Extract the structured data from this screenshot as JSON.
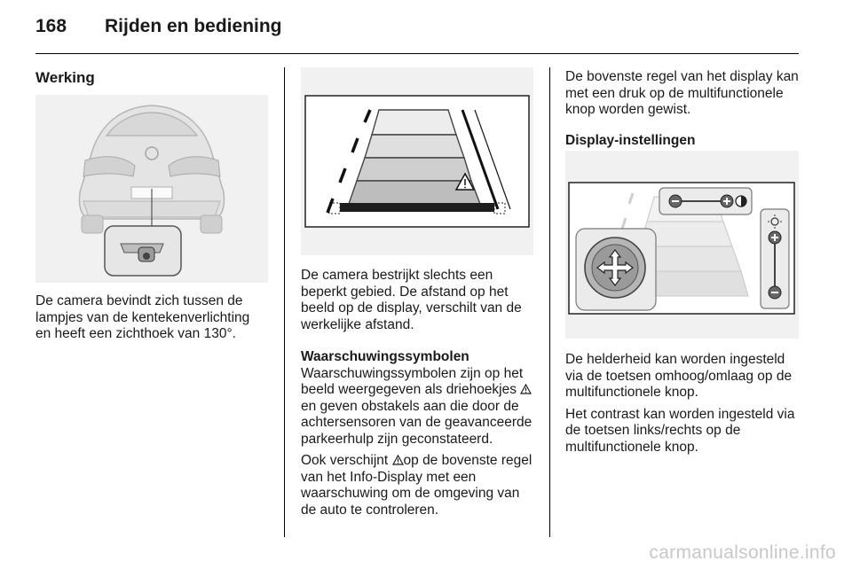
{
  "header": {
    "page_number": "168",
    "title": "Rijden en bediening"
  },
  "col1": {
    "heading": "Werking",
    "para": "De camera bevindt zich tussen de lampjes van de kentekenverlichting en heeft een zichthoek van 130°."
  },
  "col2": {
    "para1": "De camera bestrijkt slechts een beperkt gebied. De afstand op het beeld op de display, verschilt van de werkelijke afstand.",
    "subheading": "Waarschuwingssymbolen",
    "para2_a": "Waarschuwingssymbolen zijn op het beeld weergegeven als driehoekjes",
    "para2_b": "en geven obstakels aan die door de achtersensoren van de geavanceerde parkeerhulp zijn geconstateerd.",
    "para3_a": "Ook verschijnt",
    "para3_b": "op de bovenste regel van het Info-Display met een waarschuwing om de omgeving van de auto te controleren."
  },
  "col3": {
    "para1": "De bovenste regel van het display kan met een druk op de multifunctionele knop worden gewist.",
    "subheading": "Display-instellingen",
    "para2": "De helderheid kan worden ingesteld via de toetsen omhoog/omlaag op de multifunctionele knop.",
    "para3": "Het contrast kan worden ingesteld via de toetsen links/rechts op de multifunctionele knop."
  },
  "footer": {
    "watermark": "carmanualsonline.info"
  }
}
